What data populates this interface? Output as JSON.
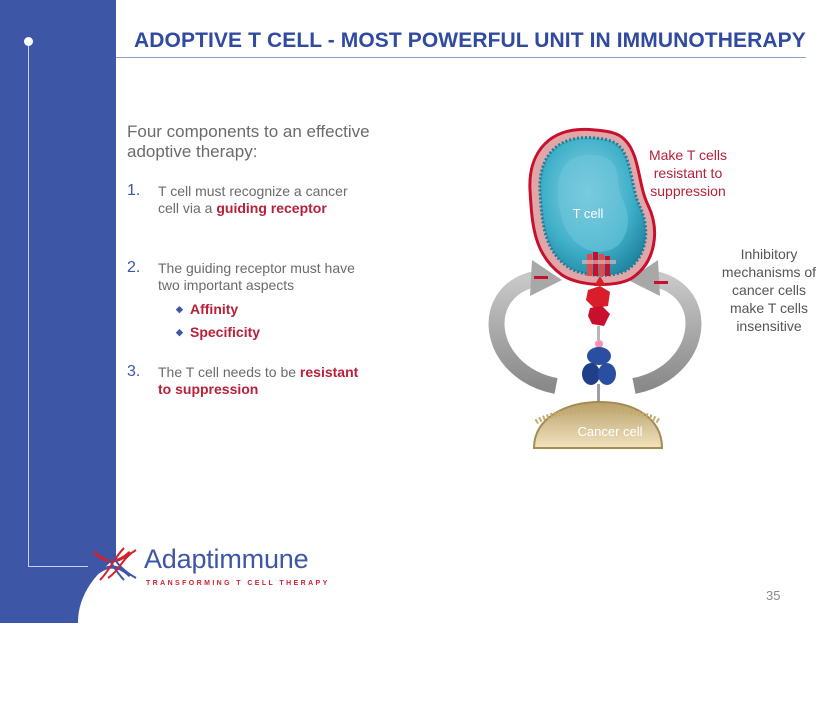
{
  "slide": {
    "title": "ADOPTIVE T CELL  -  MOST POWERFUL UNIT IN IMMUNOTHERAPY",
    "page_number": "35"
  },
  "content": {
    "intro": "Four components to an effective adoptive therapy:",
    "items": [
      {
        "num": "1.",
        "text": "T cell must recognize a cancer cell via a ",
        "highlight": "guiding receptor"
      },
      {
        "num": "2.",
        "text": "The guiding receptor must have two important aspects"
      },
      {
        "num": "3.",
        "text": "The T cell needs to be ",
        "highlight": "resistant to suppression"
      }
    ],
    "subitems": [
      "Affinity",
      "Specificity"
    ]
  },
  "diagram": {
    "t_cell_label": "T cell",
    "cancer_cell_label": "Cancer  cell",
    "note_red": "Make T cells resistant to suppression",
    "note_grey": "Inhibitory mechanisms of cancer cells make T cells insensitive",
    "colors": {
      "cell_teal": "#2fa3bf",
      "membrane_red": "#c8102e",
      "receptor_red": "#d81e2b",
      "mhc_blue": "#2b4fa0",
      "arrow_grey": "#9a9a9a",
      "cancer_tan": "#d9c28f"
    }
  },
  "logo": {
    "name": "Adaptimmune",
    "tagline": "TRANSFORMING T CELL THERAPY",
    "icon": "helix-icon"
  }
}
